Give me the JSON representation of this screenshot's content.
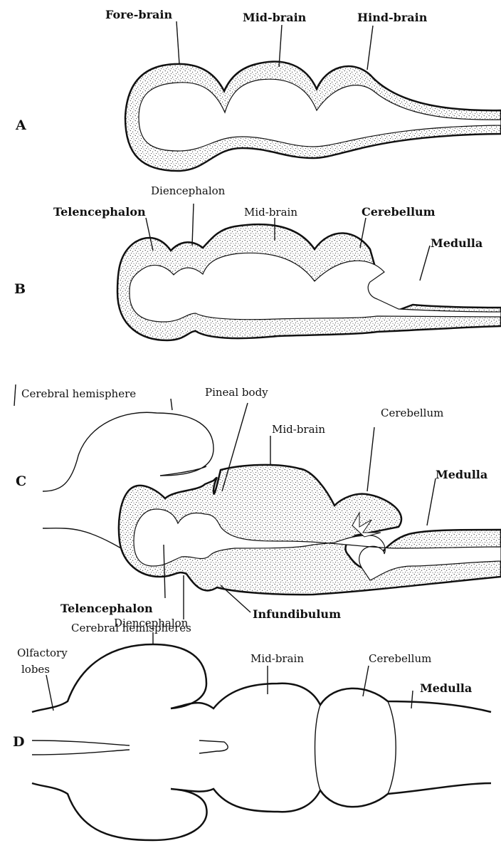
{
  "panels": {
    "a": {
      "letter": "A",
      "labels": {
        "fore": "Fore-brain",
        "mid": "Mid-brain",
        "hind": "Hind-brain"
      }
    },
    "b": {
      "letter": "B",
      "labels": {
        "telencephalon": "Telencephalon",
        "diencephalon": "Diencephalon",
        "mid": "Mid-brain",
        "cerebellum": "Cerebellum",
        "medulla": "Medulla"
      }
    },
    "c": {
      "letter": "C",
      "labels": {
        "hemisphere": "Cerebral hemisphere",
        "pineal": "Pineal body",
        "mid": "Mid-brain",
        "cerebellum": "Cerebellum",
        "medulla": "Medulla",
        "telencephalon": "Telencephalon",
        "diencephalon": "Diencephalon",
        "infundibulum": "Infundibulum"
      }
    },
    "d": {
      "letter": "D",
      "labels": {
        "hemispheres": "Cerebral hemispheres",
        "olfactory_1": "Olfactory",
        "olfactory_2": "lobes",
        "mid": "Mid-brain",
        "cerebellum": "Cerebellum",
        "medulla": "Medulla"
      }
    }
  },
  "colors": {
    "ink": "#111111",
    "paper": "#ffffff"
  }
}
